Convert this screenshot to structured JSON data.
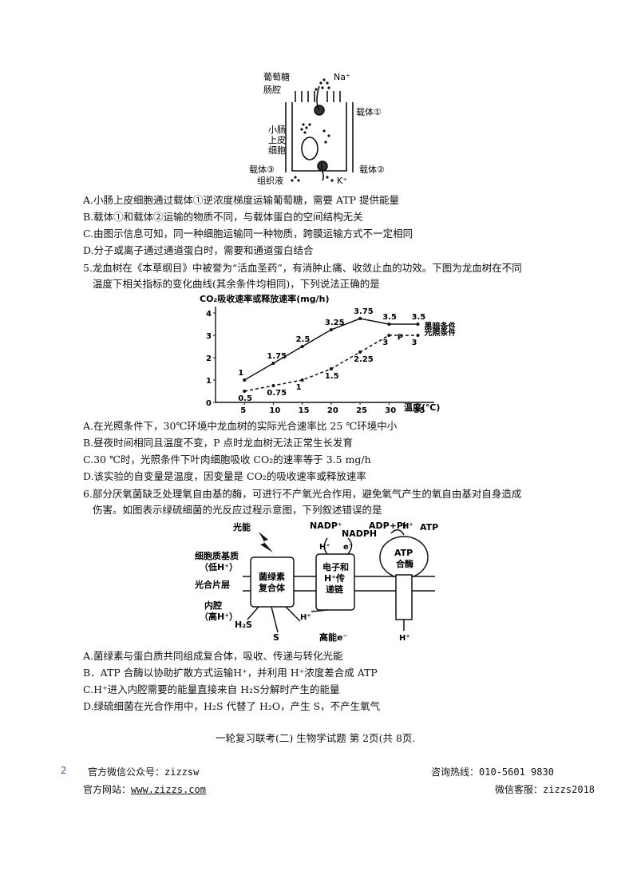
{
  "fig4": {
    "labels": {
      "glucose": "葡萄糖",
      "na": "Na⁺",
      "lumen": "肠腔",
      "carrier1": "载体①",
      "cell": [
        "小肠",
        "上皮",
        "细胞"
      ],
      "carrier3": "载体③",
      "tissue_fluid": "组织液",
      "carrier2": "载体②",
      "k": "K⁺"
    }
  },
  "q4": {
    "options": [
      "A.小肠上皮细胞通过载体①逆浓度梯度运输葡萄糖，需要 ATP 提供能量",
      "B.载体①和载体②运输的物质不同，与载体蛋白的空间结构无关",
      "C.由图示信息可知，同一种细胞运输同一种物质，跨膜运输方式不一定相同",
      "D.分子或离子通过通道蛋白时，需要和通道蛋白结合"
    ]
  },
  "q5": {
    "stem_line1": "5.龙血树在《本草纲目》中被誉为“活血圣药”，有消肿止痛、收敛止血的功效。下图为龙血树在不同",
    "stem_line2": "温度下相关指标的变化曲线(其余条件均相同)，下列说法正确的是",
    "options": [
      "A.在光照条件下，30℃环境中龙血树的实际光合速率比 25 ℃环境中小",
      "B.昼夜时间相同且温度不变，P 点时龙血树无法正常生长发育",
      "C.30 ℃时，光照条件下叶肉细胞吸收 CO₂的速率等于 3.5 mg/h",
      "D.该实验的自变量是温度，因变量是 CO₂的吸收速率或释放速率"
    ]
  },
  "chart_data": {
    "type": "line",
    "ylabel": "CO₂吸收速率或释放速率(mg/h)",
    "xlabel": "温度(℃)",
    "x": [
      5,
      10,
      15,
      20,
      25,
      30,
      35
    ],
    "xlim": [
      0,
      37
    ],
    "ylim": [
      0,
      4
    ],
    "y_ticks": [
      0,
      1,
      2,
      3,
      4
    ],
    "x_ticks": [
      5,
      10,
      15,
      20,
      25,
      30,
      35
    ],
    "series": [
      {
        "name": "黑暗条件下",
        "style": "solid",
        "values": [
          1,
          1.75,
          2.5,
          3.25,
          3.75,
          3.5,
          3.5
        ],
        "point_labels": [
          "1",
          "1.75",
          "2.5",
          "3.25",
          "3.75",
          "3.5",
          "3.5"
        ]
      },
      {
        "name": "光照条件下",
        "style": "dashed",
        "values": [
          0.5,
          0.75,
          1,
          1.5,
          2.25,
          3,
          3
        ],
        "point_labels": [
          "0.5",
          "0.75",
          "1",
          "1.5",
          "2.25",
          "3",
          "3"
        ]
      }
    ],
    "annotations": [
      {
        "text": "P",
        "x": 32
      }
    ]
  },
  "q6": {
    "stem_line1": "6.部分厌氧菌缺乏处理氧自由基的酶，可进行不产氧光合作用，避免氧气产生的氧自由基对自身造成",
    "stem_line2": "伤害。如图表示绿硫细菌的光反应过程示意图，下列叙述错误的是",
    "options": [
      "A.菌绿素与蛋白质共同组成复合体，吸收、传递与转化光能",
      "B．ATP 合酶以协助扩散方式运输H⁺，并利用 H⁺浓度差合成 ATP",
      "C.H⁺进入内腔需要的能量直接来自 H₂S分解时产生的能量",
      "D.绿硫细菌在光合作用中，H₂S 代替了 H₂O，产生 S，不产生氧气"
    ]
  },
  "fig6": {
    "labels": {
      "light": "光能",
      "matrix": "细胞质基质",
      "matrix_sub": "（低H⁺）",
      "membrane": "光合片层",
      "lumen": "内腔",
      "lumen_sub": "（高H⁺）",
      "complex": [
        "菌绿素",
        "复合体"
      ],
      "chain": [
        "电子和",
        "H⁺传",
        "递链"
      ],
      "atp_synthase": [
        "ATP",
        "合酶"
      ],
      "nadp": "NADP⁺",
      "nadph": "NADPH",
      "adp_pi": "ADP+Pi",
      "h_plus": "H⁺",
      "atp": "ATP",
      "e": "e⁻",
      "h2s": "H₂S",
      "s": "S",
      "high_e": "高能e⁻"
    }
  },
  "page_footer": "一轮复习联考(二) 生物学试题 第 2页(共 8页.",
  "site_footer": {
    "page_no": "2",
    "wechat": "官方微信公众号：zizzsw",
    "hotline": "咨询热线：010-5601 9830",
    "website_label": "官方网站：",
    "website_url": "www.zizzs.com",
    "service": "微信客服：zizzs2018"
  }
}
